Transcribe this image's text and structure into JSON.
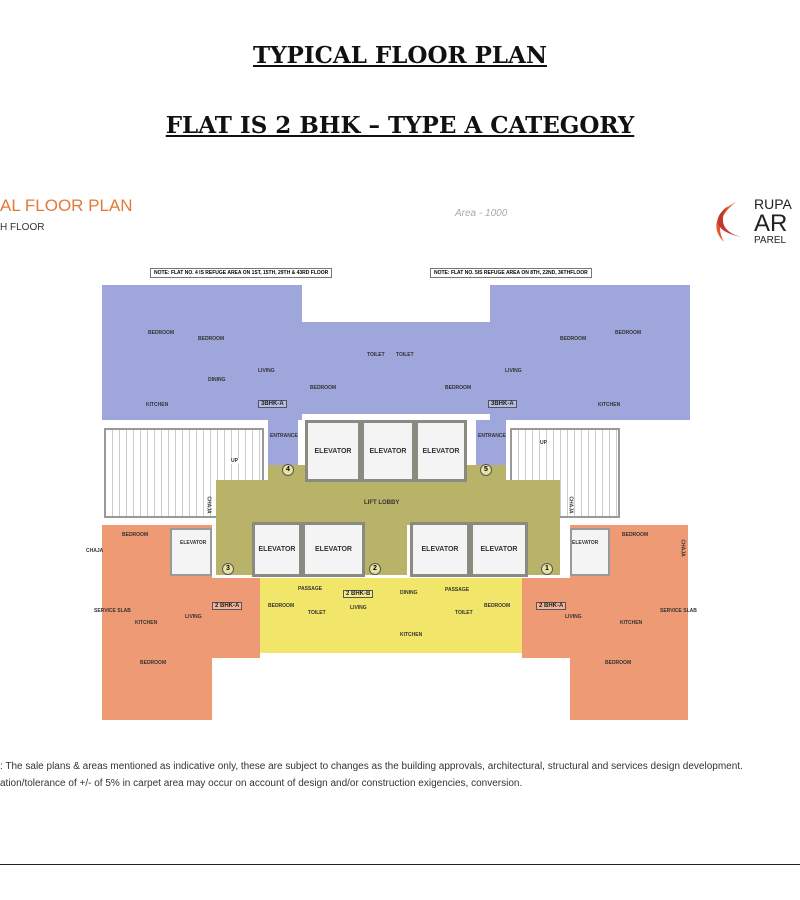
{
  "heading": "TYPICAL FLOOR PLAN",
  "subheading": "FLAT IS 2 BHK – TYPE A CATEGORY",
  "plan": {
    "title": "AL FLOOR PLAN",
    "floor": "H FLOOR",
    "handwritten_note": "Area - 1000",
    "logo": {
      "line1": "RUPA",
      "line2": "AR",
      "line3": "PAREL"
    },
    "note_left": "NOTE: FLAT NO. 4 IS REFUGE AREA ON 1ST, 15TH, 29TH & 43RD FLOOR",
    "note_right": "NOTE: FLAT NO. 5IS REFUGE AREA ON 8TH, 22ND, 36THFLOOR",
    "lift_lobby": "LIFT LOBBY",
    "elevator": "ELEVATOR",
    "unit_3bhk": "3BHK-A",
    "unit_2bhka": "2 BHK-A",
    "unit_2bhkb": "2 BHK-B",
    "entrance": "ENTRANCE",
    "bedroom": "BEDROOM",
    "living": "LIVING",
    "dining": "DINING",
    "kitchen": "KITCHEN",
    "toilet": "TOILET",
    "passage": "PASSAGE",
    "service_slab": "SERVICE SLAB",
    "chaja": "CHAJA",
    "up": "UP",
    "flat_numbers": [
      "1",
      "2",
      "3",
      "4",
      "5"
    ]
  },
  "disclaimer": [
    ": The sale plans & areas mentioned as indicative only, these are subject to changes as the building approvals, architectural, structural and services design development.",
    "ation/tolerance of +/- of 5% in carpet area may occur on account of design and/or construction exigencies, conversion."
  ],
  "colors": {
    "blue": "#9ea6dc",
    "olive": "#b9b36a",
    "orange": "#ee9a74",
    "yellow": "#f2e66a",
    "brand": "#e07b39"
  }
}
